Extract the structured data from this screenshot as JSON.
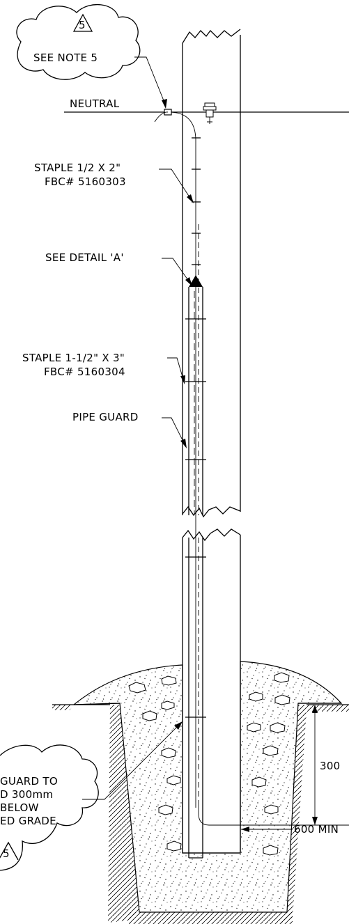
{
  "notes": {
    "top_cloud_marker": "5",
    "top_cloud_text": "SEE NOTE 5",
    "bottom_cloud_marker": "5",
    "bottom_cloud_lines": [
      "GUARD TO",
      "D 300mm",
      "BELOW",
      "ED GRADE"
    ]
  },
  "labels": {
    "neutral": "NEUTRAL",
    "staple_small_1": "STAPLE 1/2 X 2\"",
    "staple_small_2": "FBC# 5160303",
    "see_detail": "SEE DETAIL 'A'",
    "staple_large_1": "STAPLE 1-1/2\" X 3\"",
    "staple_large_2": "FBC# 5160304",
    "pipe_guard": "PIPE GUARD",
    "dim_300": "300",
    "dim_600": "600 MIN"
  }
}
